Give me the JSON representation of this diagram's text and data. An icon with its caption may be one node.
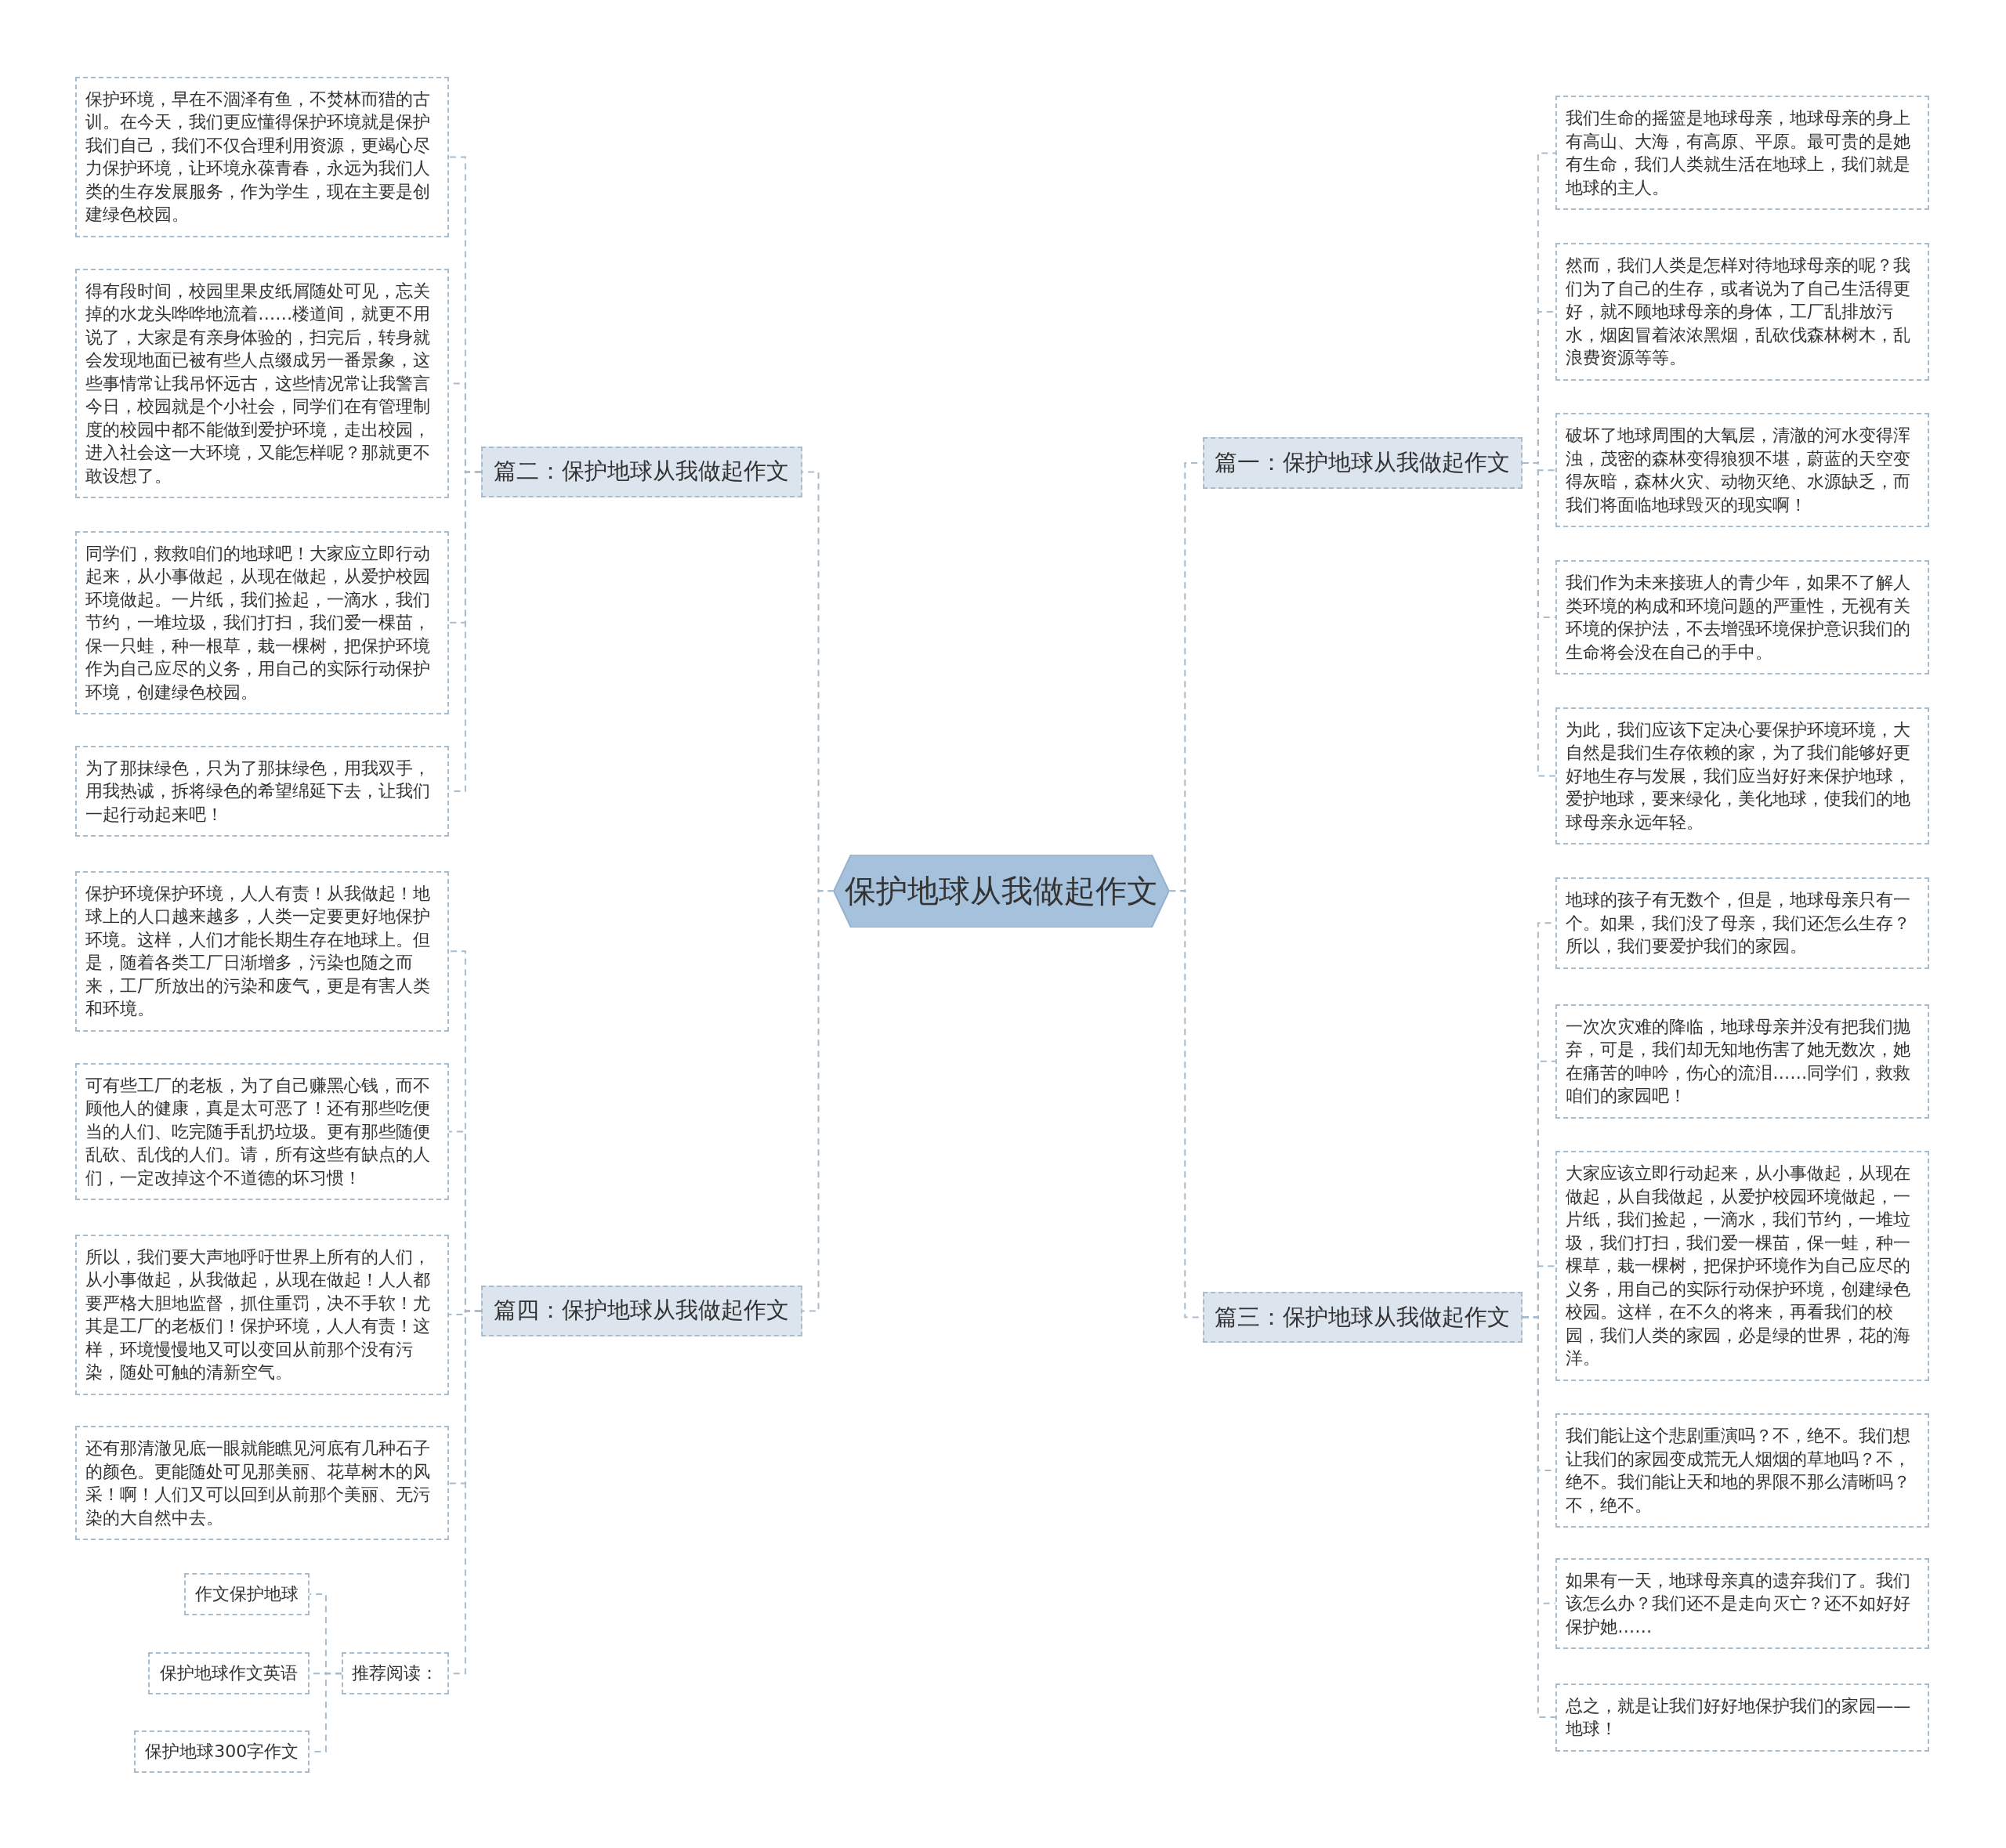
{
  "diagram": {
    "nodes": [
      {
        "text": [
          "保护地球从我做起作文"
        ]
      },
      {
        "text": [
          "篇一：保护地球从我做起作文"
        ]
      },
      {
        "text": [
          "我们生命的摇篮是地球母亲，地球母亲的身上有高山、大海，有高原、平原。最可贵的是她有生命，我们人类就生活在地球上，我们就是地球的主人。"
        ]
      },
      {
        "text": [
          "然而，我们人类是怎样对待地球母亲的呢？我们为了自己的生存，或者说为了自己生活得更好，就不顾地球母亲的身体，工厂乱排放污水，烟囱冒着浓浓黑烟，乱砍伐森林树木，乱浪费资源等等。"
        ]
      },
      {
        "text": [
          "破坏了地球周围的大氧层，清澈的河水变得浑浊，茂密的森林变得狼狈不堪，蔚蓝的天空变得灰暗，森林火灾、动物灭绝、水源缺乏，而我们将面临地球毁灭的现实啊！"
        ]
      },
      {
        "text": [
          "我们作为未来接班人的青少年，如果不了解人类环境的构成和环境问题的严重性，无视有关环境的保护法，不去增强环境保护意识我们的生命将会没在自己的手中。"
        ]
      },
      {
        "text": [
          "为此，我们应该下定决心要保护环境环境，大自然是我们生存依赖的家，为了我们能够好更好地生存与发展，我们应当好好来保护地球，爱护地球，要来绿化，美化地球，使我们的地球母亲永远年轻。"
        ]
      },
      {
        "text": [
          "篇二：保护地球从我做起作文"
        ]
      },
      {
        "text": [
          "保护环境，早在不涸泽有鱼，不焚林而猎的古训。在今天，我们更应懂得保护环境就是保护我们自己，我们不仅合理利用资源，更竭心尽力保护环境，让环境永葆青春，永远为我们人类的生存发展服务，作为学生，现在主要是创建绿色校园。"
        ]
      },
      {
        "text": [
          "得有段时间，校园里果皮纸屑随处可见，忘关掉的水龙头哗哗地流着……楼道间，就更不用说了，大家是有亲身体验的，扫完后，转身就会发现地面已被有些人点缀成另一番景象，这些事情常让我吊怀远古，这些情况常让我警言今日，校园就是个小社会，同学们在有管理制度的校园中都不能做到爱护环境，走出校园，进入社会这一大环境，又能怎样呢？那就更不敢设想了。"
        ]
      },
      {
        "text": [
          "同学们，救救咱们的地球吧！大家应立即行动起来，从小事做起，从现在做起，从爱护校园环境做起。一片纸，我们捡起，一滴水，我们节约，一堆垃圾，我们打扫，我们爱一棵苗，保一只蛙，种一根草，栽一棵树，把保护环境作为自己应尽的义务，用自己的实际行动保护环境，创建绿色校园。"
        ]
      },
      {
        "text": [
          "为了那抹绿色，只为了那抹绿色，用我双手，用我热诚，拆将绿色的希望绵延下去，让我们一起行动起来吧！"
        ]
      },
      {
        "text": [
          "篇三：保护地球从我做起作文"
        ]
      },
      {
        "text": [
          "地球的孩子有无数个，但是，地球母亲只有一个。如果，我们没了母亲，我们还怎么生存？所以，我们要爱护我们的家园。"
        ]
      },
      {
        "text": [
          "一次次灾难的降临，地球母亲并没有把我们抛弃，可是，我们却无知地伤害了她无数次，她在痛苦的呻吟，伤心的流泪……同学们，救救咱们的家园吧！"
        ]
      },
      {
        "text": [
          "大家应该立即行动起来，从小事做起，从现在做起，从自我做起，从爱护校园环境做起，一片纸，我们捡起，一滴水，我们节约，一堆垃圾，我们打扫，我们爱一棵苗，保一蛙，种一棵草，栽一棵树，把保护环境作为自己应尽的义务，用自己的实际行动保护环境，创建绿色校园。这样，在不久的将来，再看我们的校园，我们人类的家园，必是绿的世界，花的海洋。"
        ]
      },
      {
        "text": [
          "我们能让这个悲剧重演吗？不，绝不。我们想让我们的家园变成荒无人烟烟的草地吗？不，绝不。我们能让天和地的界限不那么清晰吗？不，绝不。"
        ]
      },
      {
        "text": [
          "如果有一天，地球母亲真的遗弃我们了。我们该怎么办？我们还不是走向灭亡？还不如好好保护她……"
        ]
      },
      {
        "text": [
          "总之，就是让我们好好地保护我们的家园——地球！"
        ]
      },
      {
        "text": [
          "篇四：保护地球从我做起作文"
        ]
      },
      {
        "text": [
          "保护环境保护环境，人人有责！从我做起！地球上的人口越来越多，人类一定要更好地保护环境。这样，人们才能长期生存在地球上。但是，随着各类工厂日渐增多，污染也随之而来，工厂所放出的污染和废气，更是有害人类和环境。"
        ]
      },
      {
        "text": [
          "可有些工厂的老板，为了自己赚黑心钱，而不顾他人的健康，真是太可恶了！还有那些吃便当的人们、吃完随手乱扔垃圾。更有那些随便乱砍、乱伐的人们。请，所有这些有缺点的人们，一定改掉这个不道德的坏习惯！"
        ]
      },
      {
        "text": [
          "所以，我们要大声地呼吁世界上所有的人们，从小事做起，从我做起，从现在做起！人人都要严格大胆地监督，抓住重罚，决不手软！尤其是工厂的老板们！保护环境，人人有责！这样，环境慢慢地又可以变回从前那个没有污染，随处可触的清新空气。"
        ]
      },
      {
        "text": [
          "还有那清澈见底一眼就能瞧见河底有几种石子的颜色。更能随处可见那美丽、花草树木的风采！啊！人们又可以回到从前那个美丽、无污染的大自然中去。"
        ]
      },
      {
        "text": [
          "推荐阅读："
        ]
      },
      {
        "text": [
          "作文保护地球"
        ]
      },
      {
        "text": [
          "保护地球作文英语"
        ]
      },
      {
        "text": [
          "保护地球300字作文"
        ]
      }
    ],
    "edges": [
      {
        "from": 0,
        "to": 1,
        "arrow": "none"
      },
      {
        "from": 1,
        "to": 2,
        "arrow": "none"
      },
      {
        "from": 1,
        "to": 3,
        "arrow": "none"
      },
      {
        "from": 1,
        "to": 4,
        "arrow": "none"
      },
      {
        "from": 1,
        "to": 5,
        "arrow": "none"
      },
      {
        "from": 1,
        "to": 6,
        "arrow": "none"
      },
      {
        "from": 0,
        "to": 7,
        "arrow": "none"
      },
      {
        "from": 7,
        "to": 8,
        "arrow": "none"
      },
      {
        "from": 7,
        "to": 9,
        "arrow": "none"
      },
      {
        "from": 7,
        "to": 10,
        "arrow": "none"
      },
      {
        "from": 7,
        "to": 11,
        "arrow": "none"
      },
      {
        "from": 0,
        "to": 12,
        "arrow": "none"
      },
      {
        "from": 12,
        "to": 13,
        "arrow": "none"
      },
      {
        "from": 12,
        "to": 14,
        "arrow": "none"
      },
      {
        "from": 12,
        "to": 15,
        "arrow": "none"
      },
      {
        "from": 12,
        "to": 16,
        "arrow": "none"
      },
      {
        "from": 12,
        "to": 17,
        "arrow": "none"
      },
      {
        "from": 12,
        "to": 18,
        "arrow": "none"
      },
      {
        "from": 0,
        "to": 19,
        "arrow": "none"
      },
      {
        "from": 19,
        "to": 20,
        "arrow": "none"
      },
      {
        "from": 19,
        "to": 21,
        "arrow": "none"
      },
      {
        "from": 19,
        "to": 22,
        "arrow": "none"
      },
      {
        "from": 19,
        "to": 23,
        "arrow": "none"
      },
      {
        "from": 19,
        "to": 24,
        "arrow": "none"
      },
      {
        "from": 24,
        "to": 25,
        "arrow": "none"
      },
      {
        "from": 24,
        "to": 26,
        "arrow": "none"
      },
      {
        "from": 24,
        "to": 27,
        "arrow": "none"
      }
    ]
  }
}
